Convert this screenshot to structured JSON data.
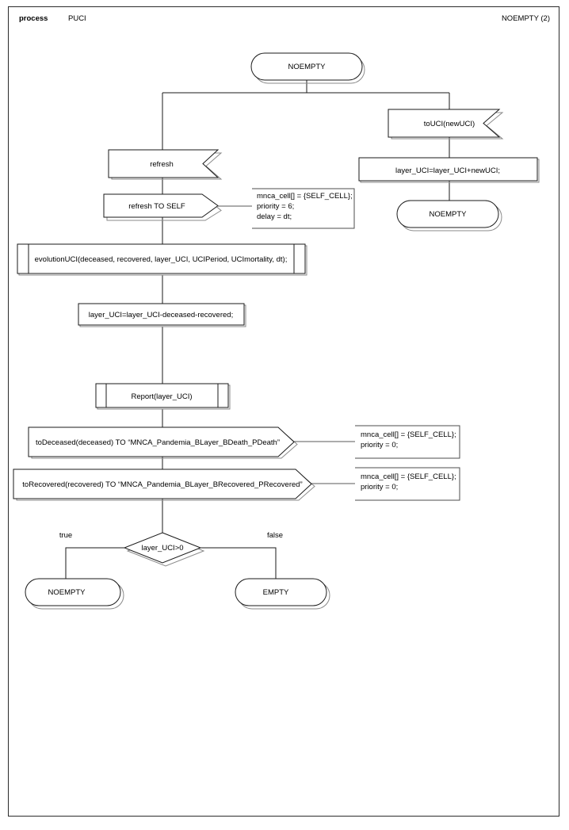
{
  "page": {
    "header_left_label": "process",
    "header_process_name": "PUCI",
    "header_right": "NOEMPTY (2)"
  },
  "diagram": {
    "type": "sdl-process-flowchart",
    "nodes": [
      {
        "id": "state_start",
        "kind": "state",
        "text": "NOEMPTY"
      },
      {
        "id": "input_refresh",
        "kind": "input-signal",
        "text": "refresh"
      },
      {
        "id": "output_refresh_self",
        "kind": "output-signal",
        "text": "refresh TO SELF"
      },
      {
        "id": "input_toUCI",
        "kind": "input-signal",
        "text": "toUCI(newUCI)"
      },
      {
        "id": "task_layer_add",
        "kind": "task",
        "text": "layer_UCI=layer_UCI+newUCI;"
      },
      {
        "id": "state_noempty_right",
        "kind": "state",
        "text": "NOEMPTY"
      },
      {
        "id": "proc_evolution",
        "kind": "procedure-call",
        "text": "evolutionUCI(deceased, recovered, layer_UCI, UCIPeriod, UCImortality, dt);"
      },
      {
        "id": "task_layer_sub",
        "kind": "task",
        "text": "layer_UCI=layer_UCI-deceased-recovered;"
      },
      {
        "id": "proc_report",
        "kind": "procedure-call",
        "text": "Report(layer_UCI)"
      },
      {
        "id": "output_deceased",
        "kind": "output-signal",
        "text": "toDeceased(deceased) TO “MNCA_Pandemia_BLayer_BDeath_PDeath”"
      },
      {
        "id": "output_recovered",
        "kind": "output-signal",
        "text": "toRecovered(recovered) TO “MNCA_Pandemia_BLayer_BRecovered_PRecovered”"
      },
      {
        "id": "decision_layer",
        "kind": "decision",
        "text": "layer_UCI>0"
      },
      {
        "id": "state_noempty_true",
        "kind": "state",
        "text": "NOEMPTY"
      },
      {
        "id": "state_empty_false",
        "kind": "state",
        "text": "EMPTY"
      }
    ],
    "branch_labels": {
      "true": "true",
      "false": "false"
    },
    "comments": [
      {
        "id": "comment_refresh",
        "attached_to": "output_refresh_self",
        "lines": [
          "mnca_cell[] = {SELF_CELL};",
          "priority = 6;",
          "delay = dt;"
        ]
      },
      {
        "id": "comment_deceased",
        "attached_to": "output_deceased",
        "lines": [
          "mnca_cell[] = {SELF_CELL};",
          "priority = 0;"
        ]
      },
      {
        "id": "comment_recovered",
        "attached_to": "output_recovered",
        "lines": [
          "mnca_cell[] = {SELF_CELL};",
          "priority = 0;"
        ]
      }
    ]
  },
  "colors": {
    "stroke": "#1a1a1a",
    "shadow": "#8a8a8a",
    "comment_stroke": "#4d4d4d",
    "background": "#ffffff"
  }
}
